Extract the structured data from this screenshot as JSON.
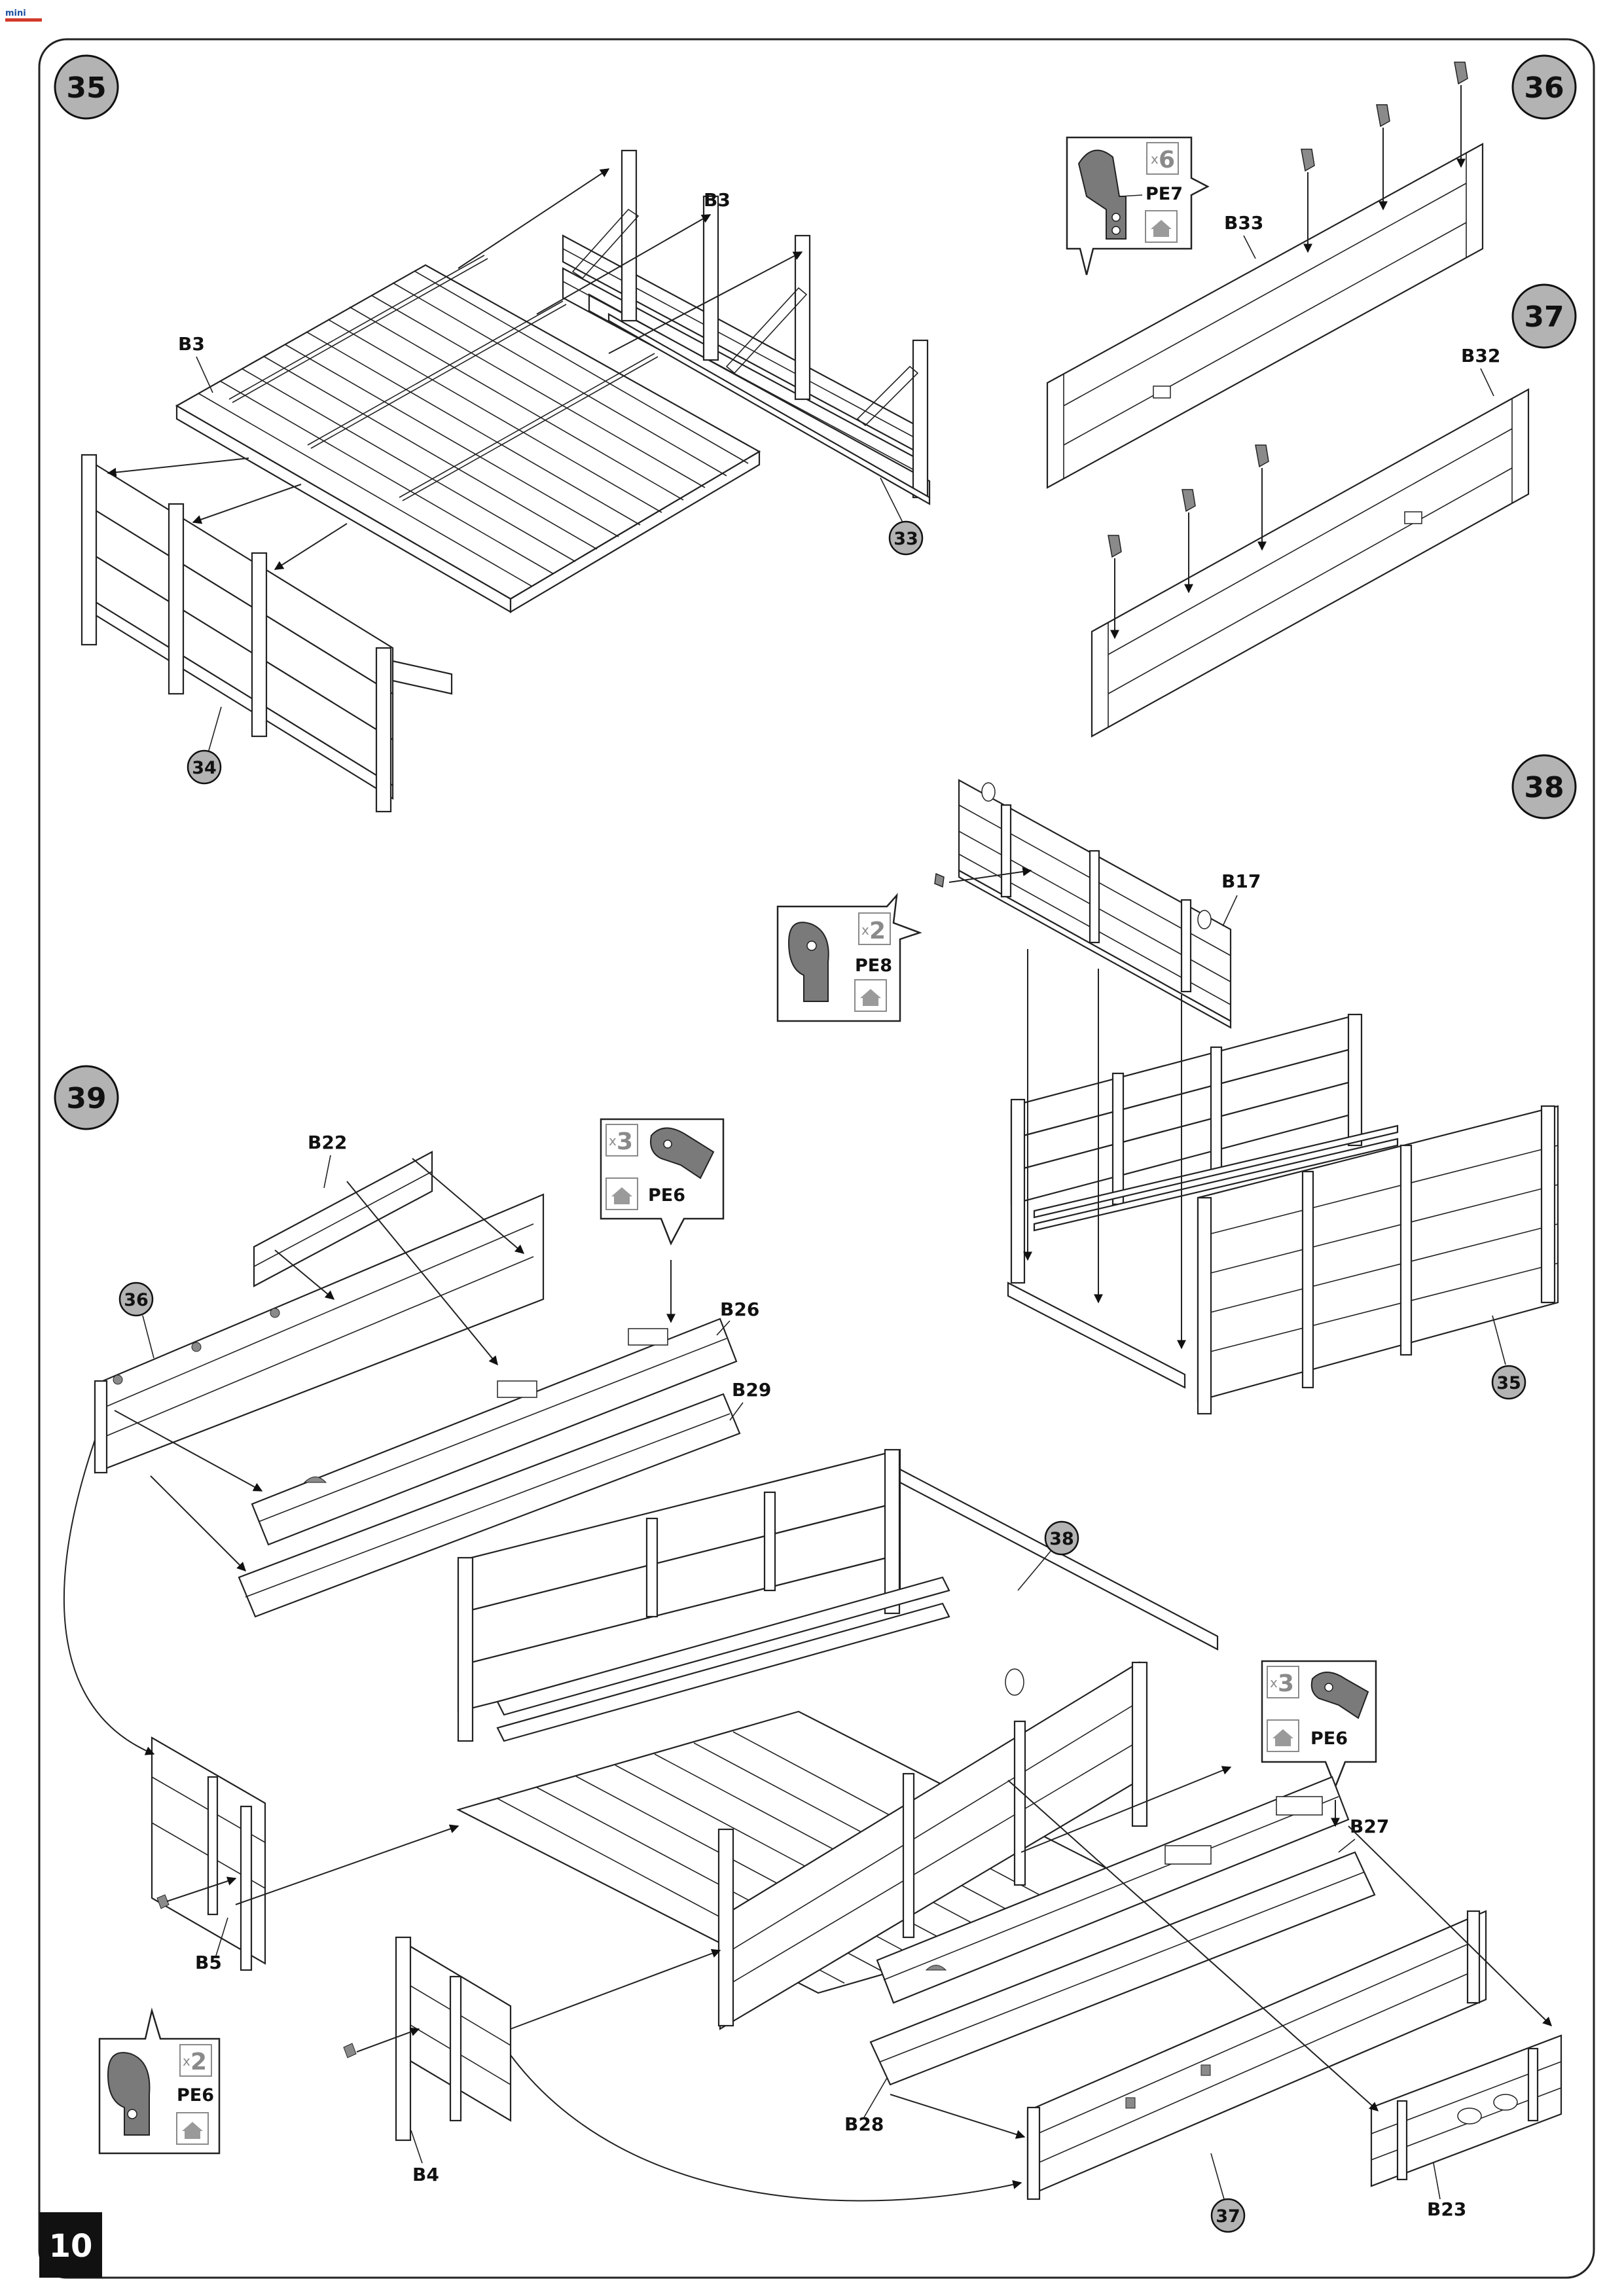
{
  "logo": {
    "text": "mini"
  },
  "page_number": "10",
  "steps": [
    {
      "number": "35"
    },
    {
      "number": "36"
    },
    {
      "number": "37"
    },
    {
      "number": "38"
    },
    {
      "number": "39"
    }
  ],
  "step35": {
    "labels": {
      "b3_a": "B3",
      "b3_b": "B3"
    },
    "refs": {
      "r33": "33",
      "r34": "34"
    }
  },
  "step36": {
    "part": "B33",
    "callout": {
      "qty": "6",
      "part": "PE7"
    }
  },
  "step37": {
    "part": "B32"
  },
  "step38": {
    "part": "B17",
    "ref": "35",
    "callout": {
      "qty": "2",
      "part": "PE8"
    }
  },
  "step39": {
    "labels": {
      "b22": "B22",
      "b26": "B26",
      "b29": "B29",
      "b5": "B5",
      "b4": "B4",
      "b27": "B27",
      "b28": "B28",
      "b23": "B23"
    },
    "refs": {
      "r36": "36",
      "r38": "38",
      "r37": "37"
    },
    "callouts": {
      "pe6_top": {
        "qty": "3",
        "part": "PE6"
      },
      "pe6_right": {
        "qty": "3",
        "part": "PE6"
      },
      "pe6_left": {
        "qty": "2",
        "part": "PE6"
      }
    }
  },
  "colors": {
    "line": "#222222",
    "badge_fill": "#b3b3b3",
    "part_fill": "#7a7a7a",
    "page_tab": "#111111"
  },
  "icons": [
    "photo-etch-part-icon",
    "mount-on-top-icon",
    "arrow-icon"
  ]
}
